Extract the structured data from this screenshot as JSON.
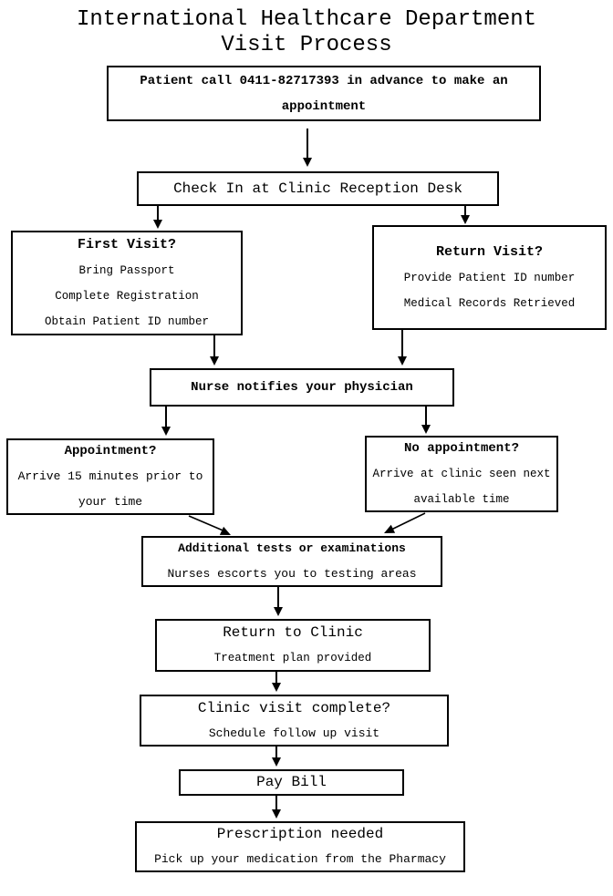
{
  "title": {
    "line1": "International Healthcare Department",
    "line2": "Visit Process"
  },
  "colors": {
    "ink": "#000000",
    "background": "#ffffff"
  },
  "nodes": {
    "call_ahead": {
      "lines": [
        "Patient call 0411-82717393 in advance to make an",
        "appointment"
      ]
    },
    "check_in": {
      "title": "Check In at Clinic Reception Desk"
    },
    "first_visit": {
      "title": "First Visit?",
      "lines": [
        "Bring Passport",
        "Complete Registration",
        "Obtain Patient ID number"
      ]
    },
    "return_visit": {
      "title": "Return Visit?",
      "lines": [
        "Provide Patient ID number",
        "Medical Records Retrieved"
      ]
    },
    "nurse_notifies": {
      "title": "Nurse notifies your physician"
    },
    "appointment": {
      "title": "Appointment?",
      "lines": [
        "Arrive 15 minutes prior to",
        "your time"
      ]
    },
    "no_appointment": {
      "title": "No appointment?",
      "lines": [
        "Arrive at clinic seen next",
        "available time"
      ]
    },
    "additional_tests": {
      "title": "Additional tests or examinations",
      "lines": [
        "Nurses escorts you to testing areas"
      ]
    },
    "return_to_clinic": {
      "title": "Return to Clinic",
      "lines": [
        "Treatment plan provided"
      ]
    },
    "clinic_visit_complete": {
      "title": "Clinic visit complete?",
      "lines": [
        "Schedule follow up visit"
      ]
    },
    "pay_bill": {
      "title": "Pay Bill"
    },
    "prescription": {
      "title": "Prescription needed",
      "lines": [
        "Pick up your medication from the Pharmacy"
      ]
    }
  }
}
